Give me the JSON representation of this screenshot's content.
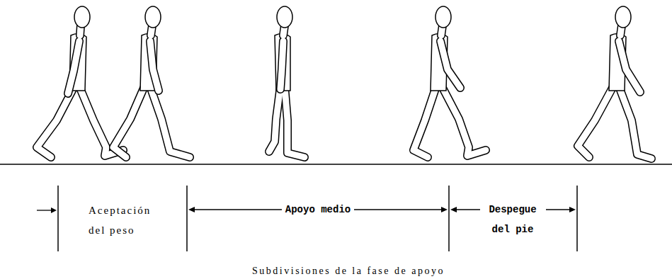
{
  "diagram": {
    "caption": "Subdivisiones de la fase de apoyo",
    "labels": [
      "Aceptación del peso",
      "Apoyo medio",
      "Despegue del pie"
    ]
  }
}
